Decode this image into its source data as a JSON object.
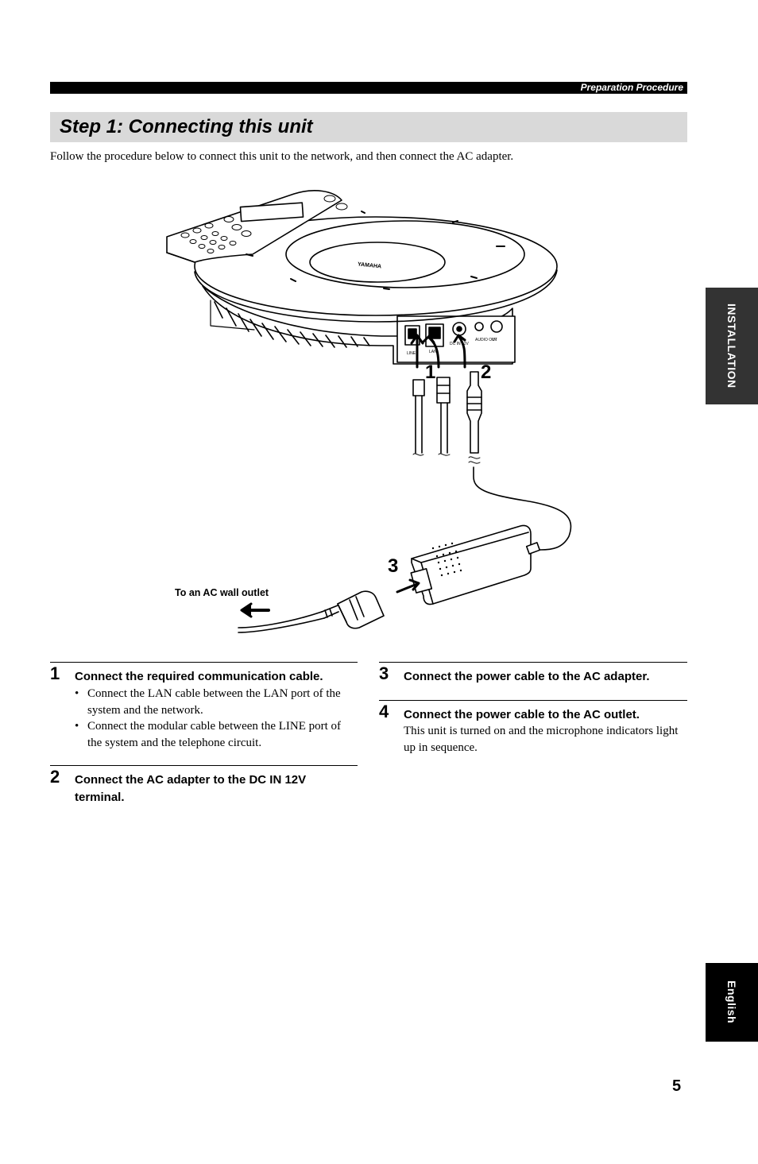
{
  "header": {
    "section": "Preparation Procedure"
  },
  "title": "Step 1: Connecting this unit",
  "intro": "Follow the procedure below to connect this unit to the network, and then connect the AC adapter.",
  "figure": {
    "device_name": "YAMAHA",
    "callouts": [
      "1",
      "2",
      "3"
    ],
    "port_labels": [
      "LINE",
      "LAN",
      "DC IN 12V",
      "AUDIO OUT",
      "IN"
    ],
    "outlet_label": "To an AC wall outlet"
  },
  "steps": [
    {
      "num": "1",
      "title": "Connect the required communication cable.",
      "bullets": [
        "Connect the LAN cable between the LAN port of the system and the network.",
        "Connect the modular cable between the LINE port of the system and the telephone circuit."
      ]
    },
    {
      "num": "2",
      "title": "Connect the AC adapter to the DC IN 12V terminal."
    },
    {
      "num": "3",
      "title": "Connect the power cable to the AC adapter."
    },
    {
      "num": "4",
      "title": "Connect the power cable to the AC outlet.",
      "body": "This unit is turned on and the microphone indicators light up in sequence."
    }
  ],
  "side_tabs": {
    "installation": "INSTALLATION",
    "language": "English"
  },
  "page_number": "5"
}
